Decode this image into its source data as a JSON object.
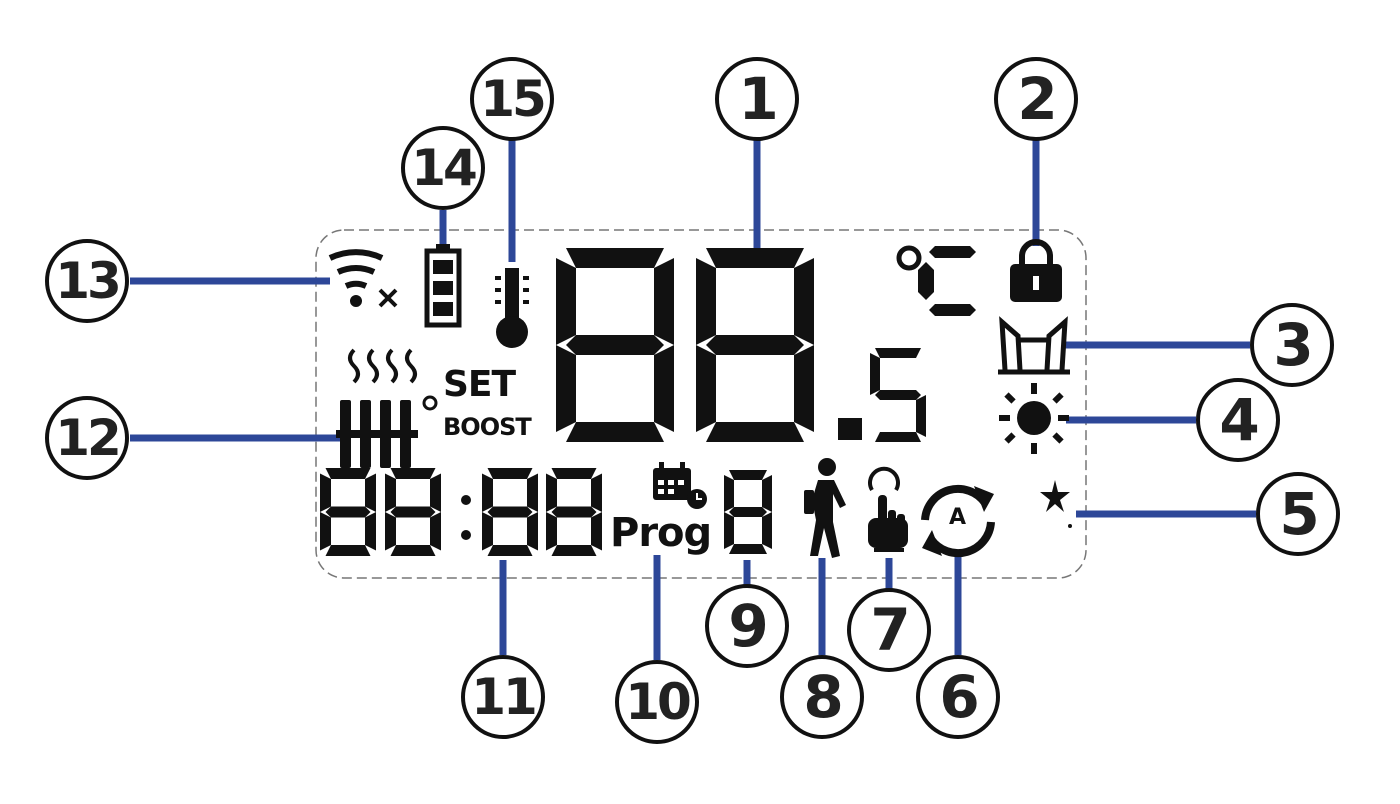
{
  "callouts": [
    "1",
    "2",
    "3",
    "4",
    "5",
    "6",
    "7",
    "8",
    "9",
    "10",
    "11",
    "12",
    "13",
    "14",
    "15"
  ],
  "display": {
    "main_temperature": "88",
    "decimal_digit": "5",
    "temperature_unit": "°C",
    "clock": "88:88",
    "program_number": "8",
    "set_label": "SET",
    "boost_label": "BOOST",
    "prog_label": "Prog",
    "auto_mode_letter": "A"
  },
  "icons": [
    "wifi-off-icon",
    "battery-icon",
    "thermometer-icon",
    "lock-icon",
    "window-open-icon",
    "comfort-sun-icon",
    "eco-moon-icon",
    "auto-mode-icon",
    "manual-hand-icon",
    "away-walking-icon",
    "calendar-clock-icon",
    "heating-radiator-icon"
  ],
  "colors": {
    "leader_line": "#2d4798",
    "segment": "#111111",
    "panel_border": "#777777"
  }
}
